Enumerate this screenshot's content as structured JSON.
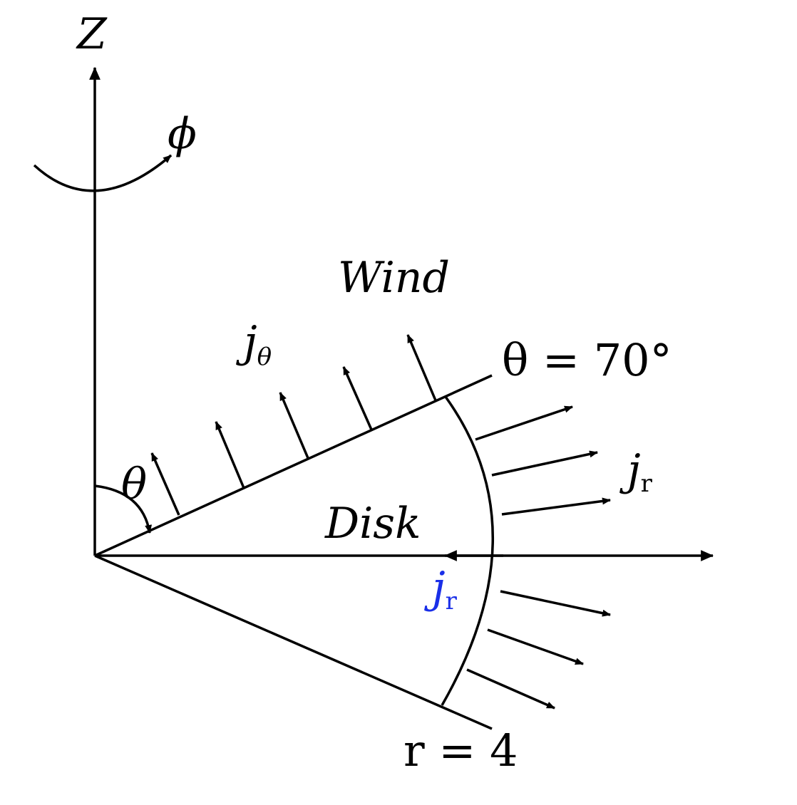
{
  "labels": {
    "z_axis": "Z",
    "phi": "ϕ",
    "theta_angle": "θ",
    "wind": "Wind",
    "disk": "Disk",
    "j_theta_base": "j",
    "j_theta_sub": "θ",
    "j_r_base": "j",
    "j_r_sub": "r",
    "j_r_inflow_base": "j",
    "j_r_inflow_sub": "r",
    "theta_boundary": "θ = 70°",
    "r_boundary": "r = 4"
  },
  "colors": {
    "ink": "#000000",
    "highlight": "#1a2fe8"
  }
}
